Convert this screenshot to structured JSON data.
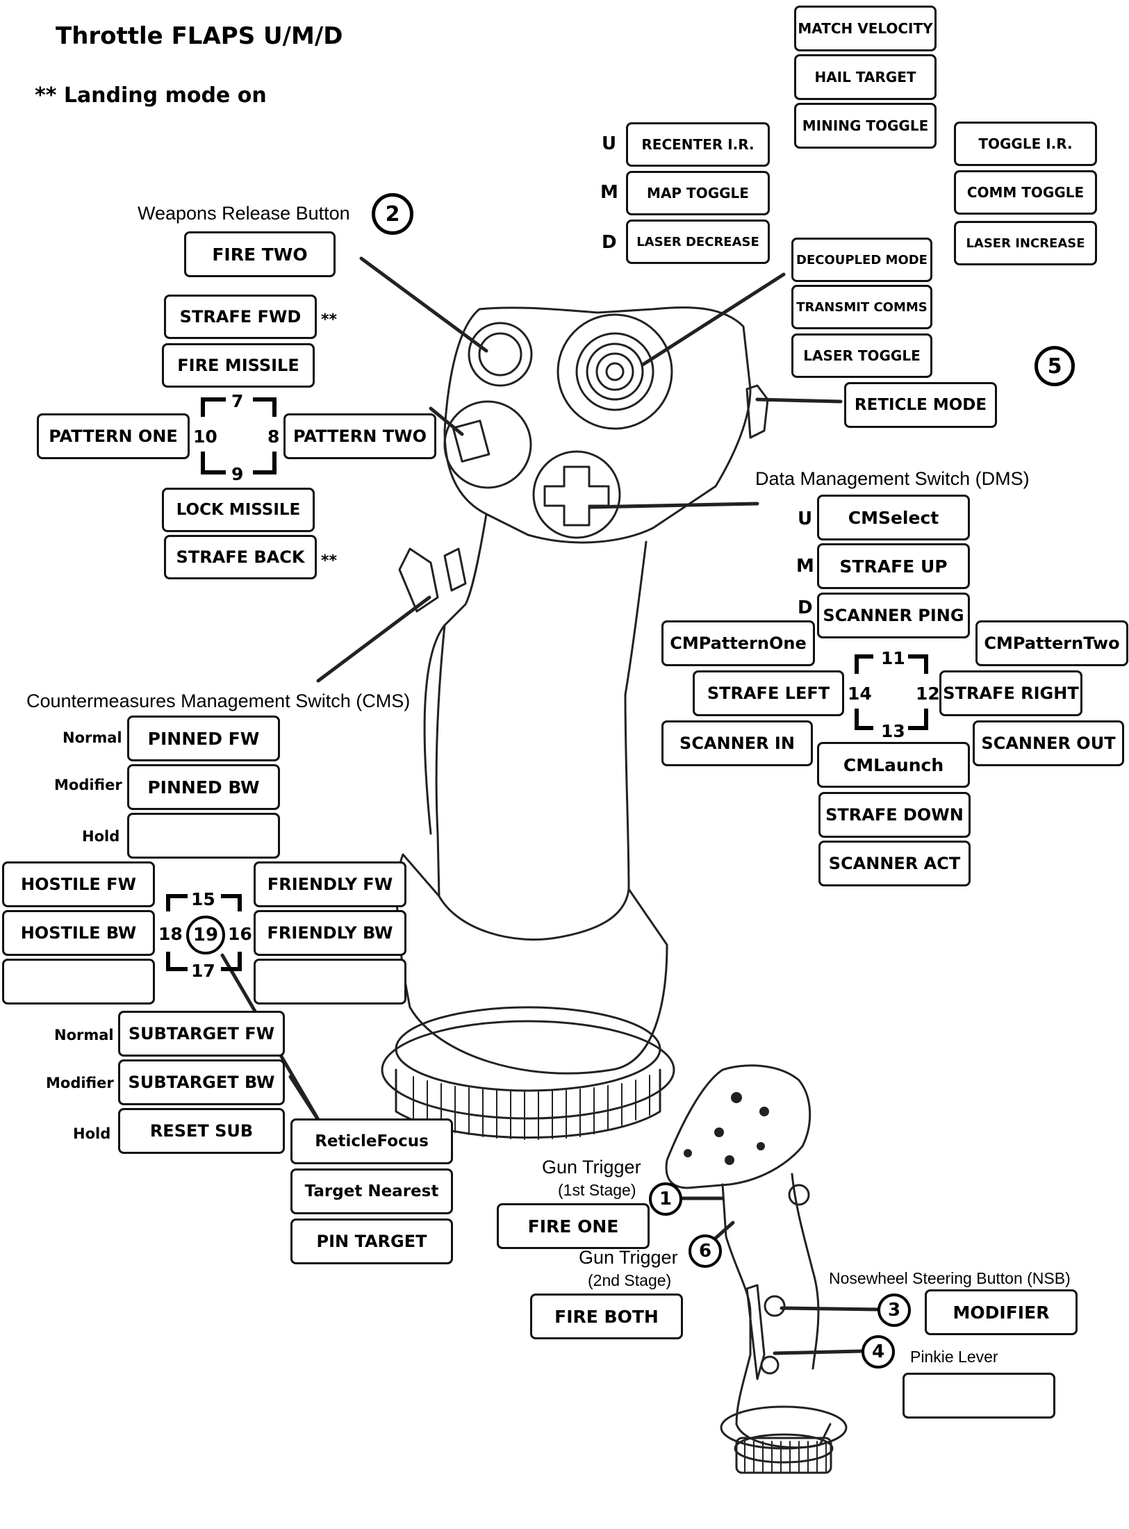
{
  "header": {
    "title": "Throttle FLAPS U/M/D",
    "landing_note": "** Landing mode on"
  },
  "markers": {
    "u": "U",
    "m": "M",
    "d": "D",
    "stars": "**",
    "normal": "Normal",
    "modifier": "Modifier",
    "hold": "Hold"
  },
  "numbers": {
    "n1": "1",
    "n2": "2",
    "n3": "3",
    "n4": "4",
    "n5": "5",
    "n6": "6",
    "n7": "7",
    "n8": "8",
    "n9": "9",
    "n10": "10",
    "n11": "11",
    "n12": "12",
    "n13": "13",
    "n14": "14",
    "n15": "15",
    "n16": "16",
    "n17": "17",
    "n18": "18",
    "n19": "19"
  },
  "labels": {
    "weapons_release": "Weapons Release Button",
    "dms": "Data Management Switch (DMS)",
    "cms": "Countermeasures Management Switch (CMS)",
    "gun_trigger_1": "Gun Trigger",
    "first_stage": "(1st Stage)",
    "gun_trigger_2": "Gun Trigger",
    "second_stage": "(2nd Stage)",
    "nsb": "Nosewheel Steering Button (NSB)",
    "pinkie": "Pinkie Lever"
  },
  "top_right": {
    "match_velocity": "MATCH VELOCITY",
    "hail_target": "HAIL TARGET",
    "mining_toggle": "MINING TOGGLE",
    "recenter_ir": "RECENTER I.R.",
    "map_toggle": "MAP TOGGLE",
    "laser_decrease": "LASER DECREASE",
    "toggle_ir": "TOGGLE I.R.",
    "comm_toggle": "COMM TOGGLE",
    "laser_increase": "LASER INCREASE",
    "decoupled_mode": "DECOUPLED MODE",
    "transmit_comms": "TRANSMIT COMMS",
    "laser_toggle": "LASER TOGGLE",
    "reticle_mode": "RETICLE MODE"
  },
  "left_hat": {
    "fire_two": "FIRE TWO",
    "strafe_fwd": "STRAFE FWD",
    "fire_missile": "FIRE MISSILE",
    "pattern_one": "PATTERN ONE",
    "pattern_two": "PATTERN TWO",
    "lock_missile": "LOCK MISSILE",
    "strafe_back": "STRAFE BACK"
  },
  "dms": {
    "cmselect": "CMSelect",
    "strafe_up": "STRAFE UP",
    "scanner_ping": "SCANNER PING",
    "cmpattern_one": "CMPatternOne",
    "cmpattern_two": "CMPatternTwo",
    "strafe_left": "STRAFE LEFT",
    "strafe_right": "STRAFE RIGHT",
    "scanner_in": "SCANNER IN",
    "scanner_out": "SCANNER OUT",
    "cmlaunch": "CMLaunch",
    "strafe_down": "STRAFE DOWN",
    "scanner_act": "SCANNER ACT"
  },
  "cms": {
    "pinned_fw": "PINNED FW",
    "pinned_bw": "PINNED BW",
    "hold_empty": "",
    "hostile_fw": "HOSTILE FW",
    "hostile_bw": "HOSTILE BW",
    "hostile_empty": "",
    "friendly_fw": "FRIENDLY FW",
    "friendly_bw": "FRIENDLY BW",
    "friendly_empty": "",
    "subtarget_fw": "SUBTARGET FW",
    "subtarget_bw": "SUBTARGET BW",
    "reset_sub": "RESET SUB",
    "reticle_focus": "ReticleFocus",
    "target_nearest": "Target Nearest",
    "pin_target": "PIN TARGET"
  },
  "triggers": {
    "fire_one": "FIRE ONE",
    "fire_both": "FIRE BOTH",
    "modifier": "MODIFIER",
    "pinkie_empty": ""
  }
}
